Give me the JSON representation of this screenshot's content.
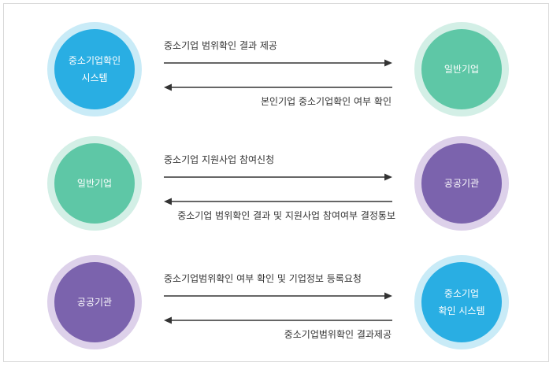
{
  "rows": [
    {
      "left_node": {
        "lines": [
          "중소기업확인",
          "시스템"
        ],
        "color": "blue"
      },
      "right_node": {
        "lines": [
          "일반기업"
        ],
        "color": "green"
      },
      "forward_label": "중소기업 범위확인 결과 제공",
      "backward_label": "본인기업 중소기업확인 여부 확인"
    },
    {
      "left_node": {
        "lines": [
          "일반기업"
        ],
        "color": "green"
      },
      "right_node": {
        "lines": [
          "공공기관"
        ],
        "color": "purple"
      },
      "forward_label": "중소기업 지원사업 참여신청",
      "backward_label": "중소기업 범위확인 결과 및 지원사업 참여여부 결정통보"
    },
    {
      "left_node": {
        "lines": [
          "공공기관"
        ],
        "color": "purple"
      },
      "right_node": {
        "lines": [
          "중소기업",
          "확인 시스템"
        ],
        "color": "blue"
      },
      "forward_label": "중소기업범위확인 여부 확인 및 기업정보 등록요청",
      "backward_label": "중소기업범위확인 결과제공"
    }
  ],
  "colors": {
    "blue": "#29aee3",
    "blue_ring": "#c9ebf7",
    "green": "#5ec7a6",
    "green_ring": "#d3efe6",
    "purple": "#7b63ad",
    "purple_ring": "#ddd1ea",
    "arrow": "#333333",
    "text": "#333333"
  }
}
